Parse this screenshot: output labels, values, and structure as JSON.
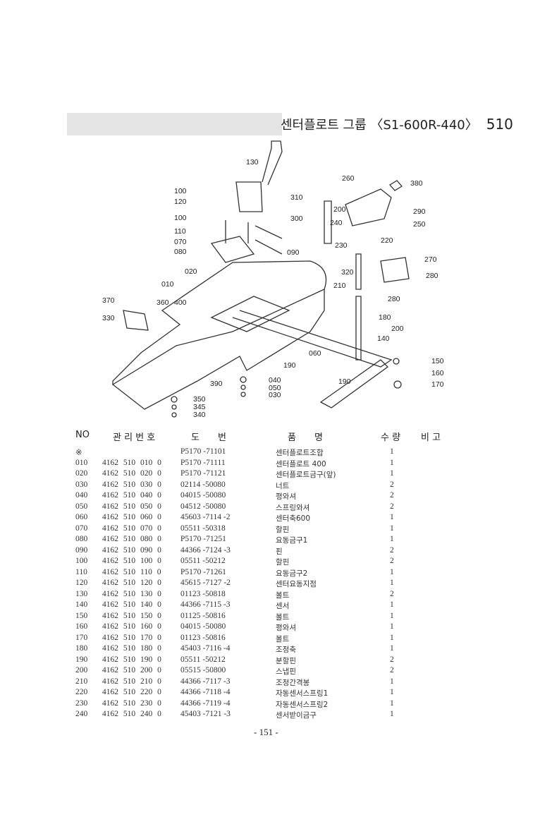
{
  "header": {
    "title": "센터플로트 그룹 〈S1-600R-440〉",
    "group_code": "510"
  },
  "diagram": {
    "callouts": [
      "130",
      "100",
      "120",
      "100",
      "110",
      "070",
      "080",
      "090",
      "020",
      "010",
      "400",
      "370",
      "360",
      "330",
      "390",
      "350",
      "345",
      "340",
      "040",
      "050",
      "030",
      "060",
      "190",
      "190",
      "310",
      "300",
      "260",
      "380",
      "200",
      "290",
      "240",
      "250",
      "220",
      "230",
      "270",
      "320",
      "280",
      "210",
      "280",
      "180",
      "200",
      "140",
      "150",
      "160",
      "170"
    ]
  },
  "table": {
    "headers": {
      "no": "NO",
      "mgmt": "관 리 번 호",
      "drawing": "도　　번",
      "name": "품　　명",
      "qty": "수 량",
      "note": "비 고"
    },
    "rows": [
      {
        "no": "※",
        "mgmt": "",
        "drawing": "P5170 -71101",
        "name": "센터플로트조합",
        "qty": "1"
      },
      {
        "no": "010",
        "mgmt": "4162 510 010 0",
        "drawing": "P5170 -71111",
        "name": "센터플로트 400",
        "qty": "1"
      },
      {
        "no": "020",
        "mgmt": "4162 510 020 0",
        "drawing": "P5170 -71121",
        "name": "센터플로트금구(앞)",
        "qty": "1"
      },
      {
        "no": "030",
        "mgmt": "4162 510 030 0",
        "drawing": "02114 -50080",
        "name": "너트",
        "qty": "2"
      },
      {
        "no": "040",
        "mgmt": "4162 510 040 0",
        "drawing": "04015 -50080",
        "name": "평와셔",
        "qty": "2"
      },
      {
        "no": "050",
        "mgmt": "4162 510 050 0",
        "drawing": "04512 -50080",
        "name": "스프링와셔",
        "qty": "2"
      },
      {
        "no": "060",
        "mgmt": "4162 510 060 0",
        "drawing": "45603 -7114 -2",
        "name": "센터축600",
        "qty": "1"
      },
      {
        "no": "070",
        "mgmt": "4162 510 070 0",
        "drawing": "05511 -50318",
        "name": "할핀",
        "qty": "1"
      },
      {
        "no": "080",
        "mgmt": "4162 510 080 0",
        "drawing": "P5170 -71251",
        "name": "요동금구1",
        "qty": "1"
      },
      {
        "no": "090",
        "mgmt": "4162 510 090 0",
        "drawing": "44366 -7124 -3",
        "name": "핀",
        "qty": "2"
      },
      {
        "no": "100",
        "mgmt": "4162 510 100 0",
        "drawing": "05511 -50212",
        "name": "할핀",
        "qty": "2"
      },
      {
        "no": "110",
        "mgmt": "4162 510 110 0",
        "drawing": "P5170 -71261",
        "name": "요동금구2",
        "qty": "1"
      },
      {
        "no": "120",
        "mgmt": "4162 510 120 0",
        "drawing": "45615 -7127 -2",
        "name": "센터요동지점",
        "qty": "1"
      },
      {
        "no": "130",
        "mgmt": "4162 510 130 0",
        "drawing": "01123 -50818",
        "name": "볼트",
        "qty": "2"
      },
      {
        "no": "140",
        "mgmt": "4162 510 140 0",
        "drawing": "44366 -7115 -3",
        "name": "센서",
        "qty": "1"
      },
      {
        "no": "150",
        "mgmt": "4162 510 150 0",
        "drawing": "01125 -50816",
        "name": "볼트",
        "qty": "1"
      },
      {
        "no": "160",
        "mgmt": "4162 510 160 0",
        "drawing": "04015 -50080",
        "name": "평와셔",
        "qty": "1"
      },
      {
        "no": "170",
        "mgmt": "4162 510 170 0",
        "drawing": "01123 -50816",
        "name": "볼트",
        "qty": "1"
      },
      {
        "no": "180",
        "mgmt": "4162 510 180 0",
        "drawing": "45403 -7116 -4",
        "name": "조정축",
        "qty": "1"
      },
      {
        "no": "190",
        "mgmt": "4162 510 190 0",
        "drawing": "05511 -50212",
        "name": "분할핀",
        "qty": "2"
      },
      {
        "no": "200",
        "mgmt": "4162 510 200 0",
        "drawing": "05515 -50800",
        "name": "스냅핀",
        "qty": "2"
      },
      {
        "no": "210",
        "mgmt": "4162 510 210 0",
        "drawing": "44366 -7117 -3",
        "name": "조정간격봉",
        "qty": "1"
      },
      {
        "no": "220",
        "mgmt": "4162 510 220 0",
        "drawing": "44366 -7118 -4",
        "name": "자동센서스프링1",
        "qty": "1"
      },
      {
        "no": "230",
        "mgmt": "4162 510 230 0",
        "drawing": "44366 -7119 -4",
        "name": "자동센서스프링2",
        "qty": "1"
      },
      {
        "no": "240",
        "mgmt": "4162 510 240 0",
        "drawing": "45403 -7121 -3",
        "name": "센서받이금구",
        "qty": "1"
      }
    ]
  },
  "footer": {
    "page": "- 151 -"
  }
}
